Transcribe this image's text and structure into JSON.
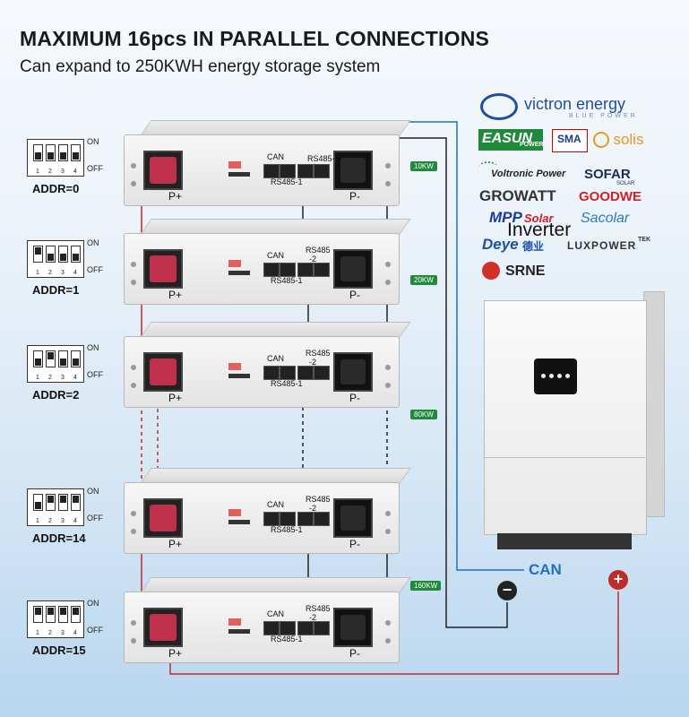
{
  "header": {
    "title": "MAXIMUM 16pcs IN PARALLEL CONNECTIONS",
    "subtitle": "Can expand to 250KWH energy storage system"
  },
  "dip": {
    "on": "ON",
    "off": "OFF",
    "nums": [
      "1",
      "2",
      "3",
      "4"
    ]
  },
  "modules": [
    {
      "addr": "ADDR=0",
      "kw": "10KW",
      "switch_on": [
        false,
        false,
        false,
        false
      ]
    },
    {
      "addr": "ADDR=1",
      "kw": "20KW",
      "switch_on": [
        true,
        false,
        false,
        false
      ]
    },
    {
      "addr": "ADDR=2",
      "kw": "80KW",
      "switch_on": [
        false,
        true,
        false,
        false
      ]
    },
    {
      "addr": "ADDR=14",
      "kw": "160KW",
      "switch_on": [
        false,
        true,
        true,
        true
      ]
    },
    {
      "addr": "ADDR=15",
      "kw": "",
      "switch_on": [
        true,
        true,
        true,
        true
      ]
    }
  ],
  "module_labels": {
    "pplus": "P+",
    "pminus": "P-",
    "can": "CAN",
    "rs485_1": "RS485-1",
    "rs485_2": "RS485-2",
    "rs485_top": "RS485",
    "rs485_bot": "-2"
  },
  "brands": {
    "victron": "victron energy",
    "victron_sub": "BLUE POWER",
    "easun": "EASUN",
    "easun_sub": "POWER",
    "sma": "SMA",
    "solis": "solis",
    "voltronic": "Voltronic Power",
    "sofar": "SOFAR",
    "sofar_sub": "SOLAR",
    "growatt": "GROWATT",
    "goodwe": "GOODWE",
    "mpp": "MPP",
    "mpp_solar": "Solar",
    "inverter": "Inverter",
    "sacolar": "Sacolar",
    "deye": "Deye",
    "deye_cn": "德业",
    "luxpower": "LUXPOWER",
    "luxpower_tek": "TEK",
    "srne": "SRNE"
  },
  "inverter": {
    "can_label": "CAN",
    "minus": "−",
    "plus": "+"
  },
  "colors": {
    "can_wire": "#1e6fc4",
    "pos_wire": "#c02a2a",
    "neg_wire": "#222222",
    "kw_badge": "#1f8a3b"
  }
}
